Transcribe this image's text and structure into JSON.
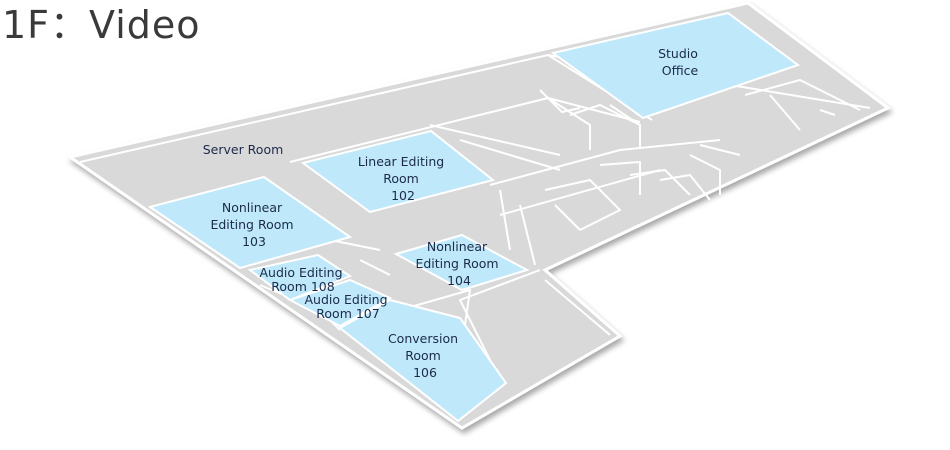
{
  "floor": {
    "title": "1F：Video"
  },
  "colors": {
    "floor_fill": "#d9d9d9",
    "room_fill": "#bfe9fb",
    "wall": "#ffffff",
    "label": "#1c2a4a"
  },
  "rooms": {
    "studio_office": [
      "Studio",
      "Office"
    ],
    "linear_102": [
      "Linear Editing",
      "Room",
      "102"
    ],
    "nonlinear_103": [
      "Nonlinear",
      "Editing Room",
      "103"
    ],
    "nonlinear_104": [
      "Nonlinear",
      "Editing Room",
      "104"
    ],
    "audio_108": [
      "Audio Editing",
      "Room 108"
    ],
    "audio_107": [
      "Audio Editing",
      "Room 107"
    ],
    "conversion_106": [
      "Conversion",
      "Room",
      "106"
    ]
  },
  "labels": {
    "server_room": "Server Room"
  }
}
